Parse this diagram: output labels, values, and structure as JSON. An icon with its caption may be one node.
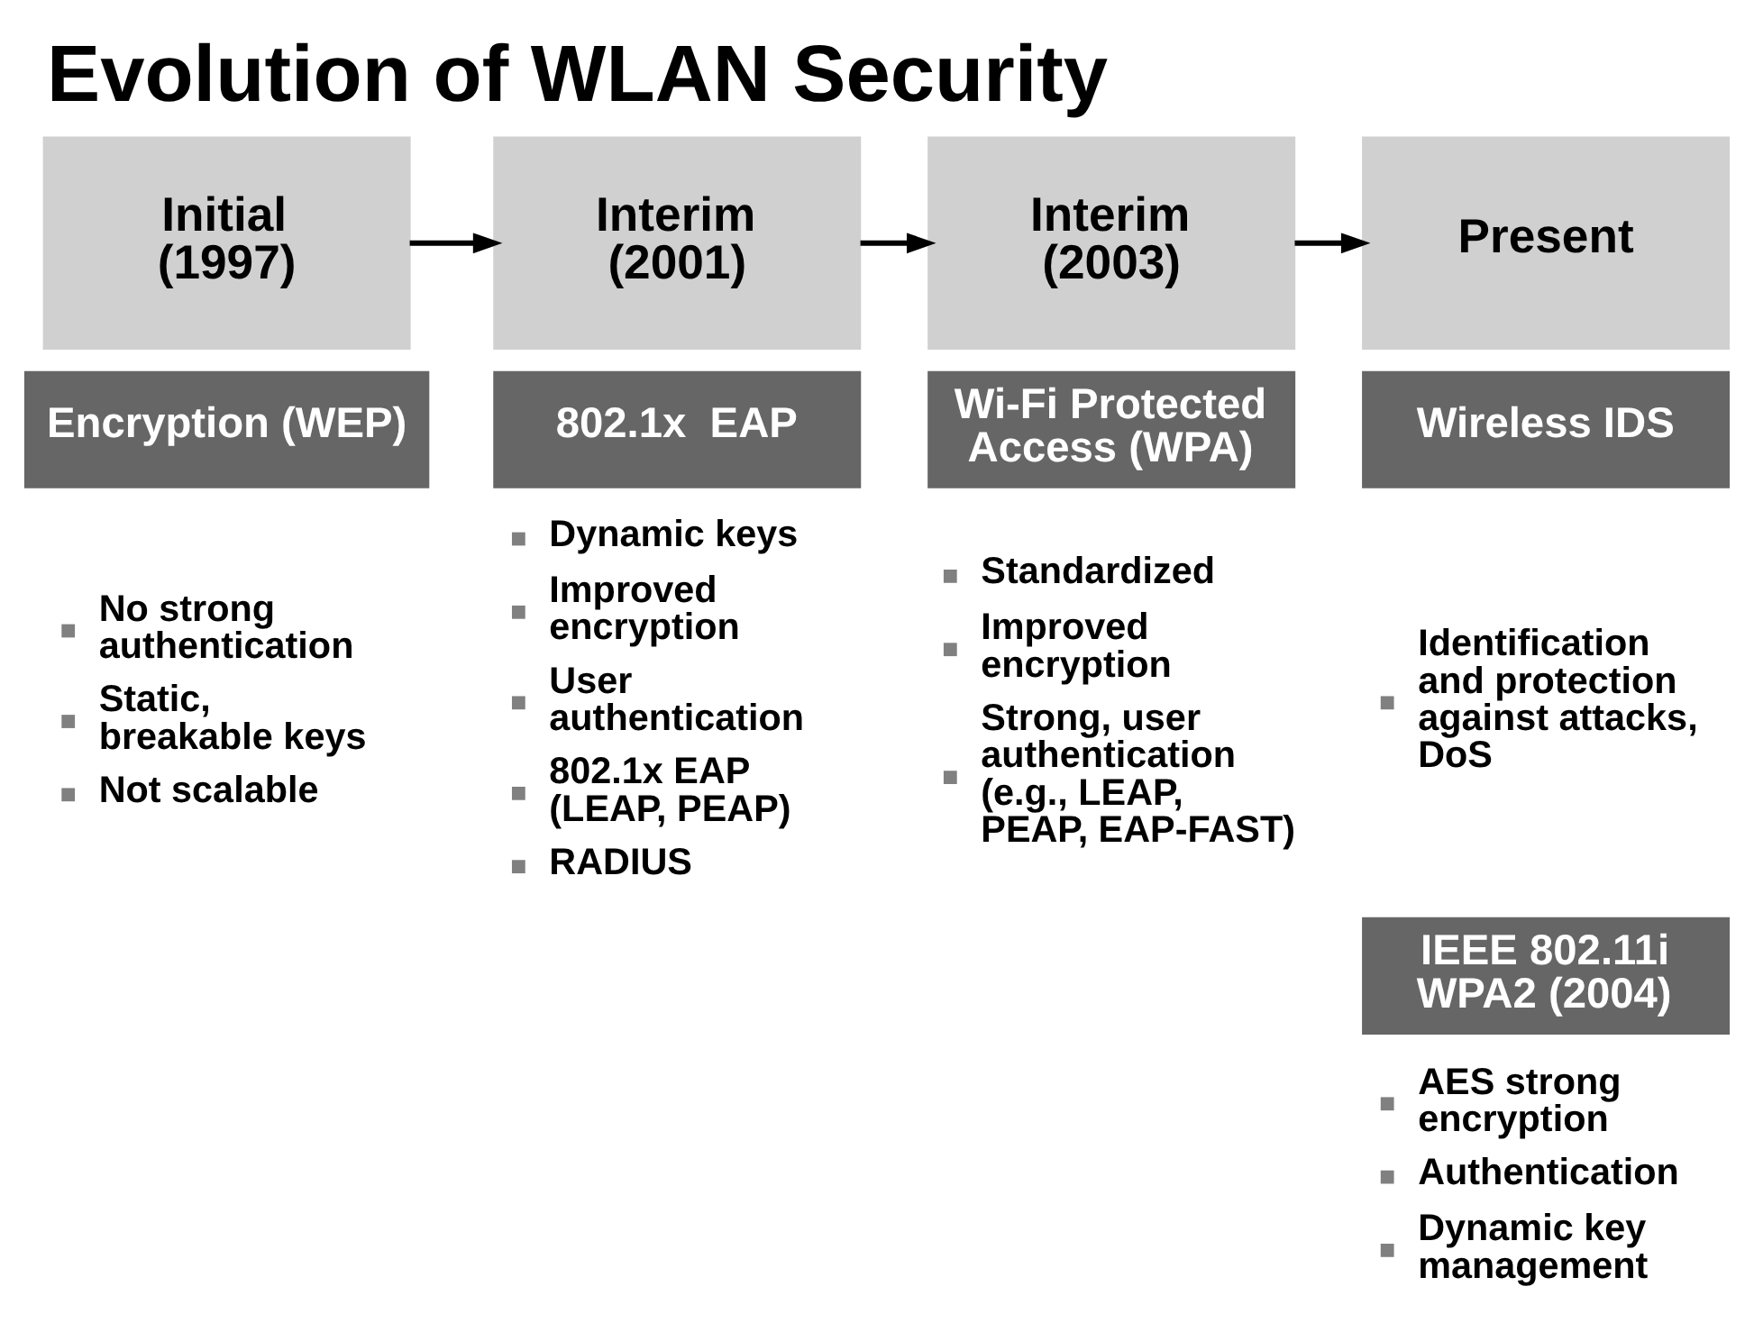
{
  "diagram": {
    "title": "Evolution of WLAN Security",
    "nodes": [
      {
        "text": [
          "Initial (1997)"
        ]
      },
      {
        "text": [
          "Encryption (WEP)"
        ],
        "beside": [
          "No strong authentication",
          "Static, breakable keys",
          "Not scalable"
        ]
      },
      {
        "text": [
          "Interim (2001)"
        ]
      },
      {
        "text": [
          "802.1x  EAP"
        ],
        "beside": [
          "Dynamic keys",
          "Improved encryption",
          "User authentication",
          "802.1x EAP (LEAP, PEAP)",
          "RADIUS"
        ]
      },
      {
        "text": [
          "Interim (2003)"
        ]
      },
      {
        "text": [
          "Wi-Fi Protected Access (WPA)"
        ],
        "beside": [
          "Standardized",
          "Improved encryption",
          "Strong, user authentication (e.g., LEAP, PEAP, EAP-FAST)"
        ]
      },
      {
        "text": [
          "Present"
        ]
      },
      {
        "text": [
          "Wireless IDS"
        ],
        "beside": [
          "Identification and protection against attacks, DoS"
        ]
      },
      {
        "text": [
          "IEEE 802.11i WPA2 (2004)"
        ],
        "beside": [
          "AES strong encryption",
          "Authentication",
          "Dynamic key management"
        ]
      }
    ],
    "edges": [
      {
        "from": 0,
        "to": 2,
        "arrow": "to"
      },
      {
        "from": 2,
        "to": 4,
        "arrow": "to"
      },
      {
        "from": 4,
        "to": 6,
        "arrow": "to"
      }
    ]
  }
}
